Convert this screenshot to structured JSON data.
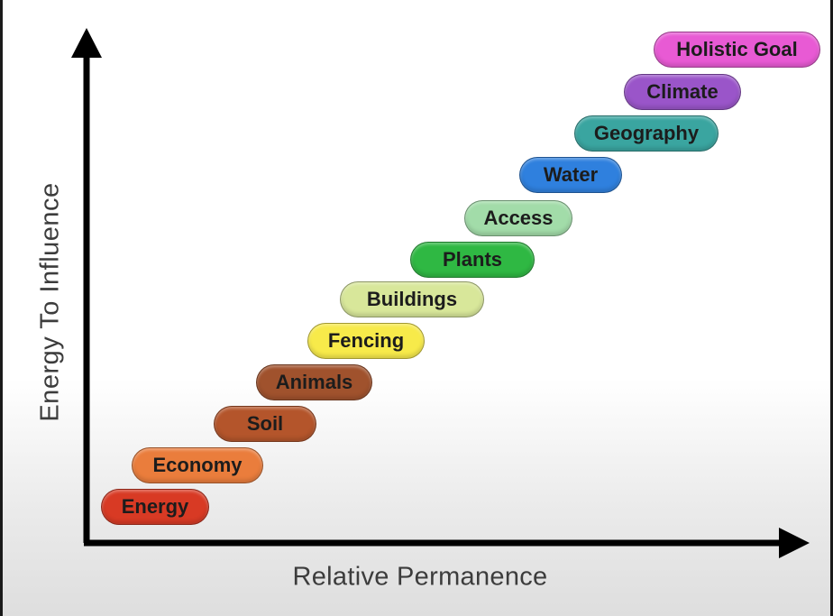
{
  "axes": {
    "y_label": "Energy To Influence",
    "x_label": "Relative Permanence"
  },
  "steps": [
    {
      "label": "Energy",
      "color": "#d83a24"
    },
    {
      "label": "Economy",
      "color": "#ea7d3c"
    },
    {
      "label": "Soil",
      "color": "#b4552b"
    },
    {
      "label": "Animals",
      "color": "#a0522d"
    },
    {
      "label": "Fencing",
      "color": "#f7ea4a"
    },
    {
      "label": "Buildings",
      "color": "#d8e79a"
    },
    {
      "label": "Plants",
      "color": "#2fb843"
    },
    {
      "label": "Access",
      "color": "#a2dca9"
    },
    {
      "label": "Water",
      "color": "#2f80de"
    },
    {
      "label": "Geography",
      "color": "#3aa5a0"
    },
    {
      "label": "Climate",
      "color": "#9a55c9"
    },
    {
      "label": "Holistic Goal",
      "color": "#e85ad4"
    }
  ]
}
